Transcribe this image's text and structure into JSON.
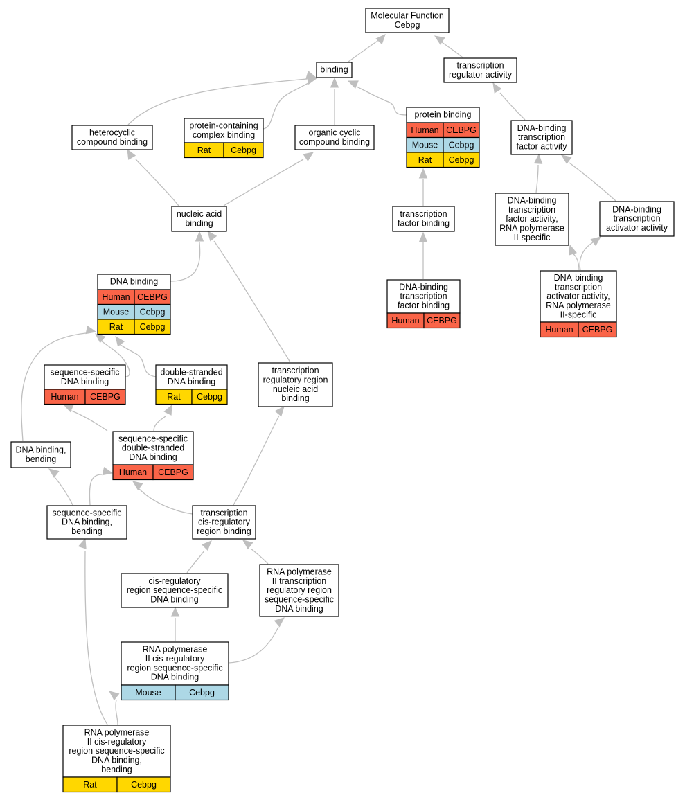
{
  "colors": {
    "Human": "#fa6448",
    "Mouse": "#add8e6",
    "Rat": "#ffd700",
    "edge": "#bfbfbf",
    "node_border": "#000000",
    "node_fill": "#ffffff"
  },
  "nodes": {
    "mf": {
      "label": [
        "Molecular Function",
        "Cebpg"
      ],
      "species": []
    },
    "binding": {
      "label": [
        "binding"
      ],
      "species": []
    },
    "tra": {
      "label": [
        "transcription",
        "regulator activity"
      ],
      "species": []
    },
    "het": {
      "label": [
        "heterocyclic",
        "compound binding"
      ],
      "species": []
    },
    "pcc": {
      "label": [
        "protein-containing",
        "complex binding"
      ],
      "species": [
        {
          "species": "Rat",
          "gene": "Cebpg"
        }
      ]
    },
    "ocb": {
      "label": [
        "organic cyclic",
        "compound binding"
      ],
      "species": []
    },
    "pb": {
      "label": [
        "protein binding"
      ],
      "species": [
        {
          "species": "Human",
          "gene": "CEBPG"
        },
        {
          "species": "Mouse",
          "gene": "Cebpg"
        },
        {
          "species": "Rat",
          "gene": "Cebpg"
        }
      ]
    },
    "dbtfa": {
      "label": [
        "DNA-binding",
        "transcription",
        "factor activity"
      ],
      "species": []
    },
    "nab": {
      "label": [
        "nucleic acid",
        "binding"
      ],
      "species": []
    },
    "tfb": {
      "label": [
        "transcription",
        "factor binding"
      ],
      "species": []
    },
    "dbtfa2": {
      "label": [
        "DNA-binding",
        "transcription",
        "factor activity,",
        "RNA polymerase",
        "II-specific"
      ],
      "species": []
    },
    "dbtaa": {
      "label": [
        "DNA-binding",
        "transcription",
        "activator activity"
      ],
      "species": []
    },
    "dnab": {
      "label": [
        "DNA binding"
      ],
      "species": [
        {
          "species": "Human",
          "gene": "CEBPG"
        },
        {
          "species": "Mouse",
          "gene": "Cebpg"
        },
        {
          "species": "Rat",
          "gene": "Cebpg"
        }
      ]
    },
    "dbtfb": {
      "label": [
        "DNA-binding",
        "transcription",
        "factor binding"
      ],
      "species": [
        {
          "species": "Human",
          "gene": "CEBPG"
        }
      ]
    },
    "dbtaa2": {
      "label": [
        "DNA-binding",
        "transcription",
        "activator activity,",
        "RNA polymerase",
        "II-specific"
      ],
      "species": [
        {
          "species": "Human",
          "gene": "CEBPG"
        }
      ]
    },
    "ssdb": {
      "label": [
        "sequence-specific",
        "DNA binding"
      ],
      "species": [
        {
          "species": "Human",
          "gene": "CEBPG"
        }
      ]
    },
    "dsdb": {
      "label": [
        "double-stranded",
        "DNA binding"
      ],
      "species": [
        {
          "species": "Rat",
          "gene": "Cebpg"
        }
      ]
    },
    "trrnab": {
      "label": [
        "transcription",
        "regulatory region",
        "nucleic acid",
        "binding"
      ],
      "species": []
    },
    "ssdsdb": {
      "label": [
        "sequence-specific",
        "double-stranded",
        "DNA binding"
      ],
      "species": [
        {
          "species": "Human",
          "gene": "CEBPG"
        }
      ]
    },
    "dbb": {
      "label": [
        "DNA binding,",
        "bending"
      ],
      "species": []
    },
    "ssdbb": {
      "label": [
        "sequence-specific",
        "DNA binding,",
        "bending"
      ],
      "species": []
    },
    "tcrrb": {
      "label": [
        "transcription",
        "cis-regulatory",
        "region binding"
      ],
      "species": []
    },
    "crrssdb": {
      "label": [
        "cis-regulatory",
        "region sequence-specific",
        "DNA binding"
      ],
      "species": []
    },
    "rp2trr": {
      "label": [
        "RNA polymerase",
        "II transcription",
        "regulatory region",
        "sequence-specific",
        "DNA binding"
      ],
      "species": []
    },
    "rp2crr": {
      "label": [
        "RNA polymerase",
        "II cis-regulatory",
        "region sequence-specific",
        "DNA binding"
      ],
      "species": [
        {
          "species": "Mouse",
          "gene": "Cebpg"
        }
      ]
    },
    "rp2crrb": {
      "label": [
        "RNA polymerase",
        "II cis-regulatory",
        "region sequence-specific",
        "DNA binding,",
        "bending"
      ],
      "species": [
        {
          "species": "Rat",
          "gene": "Cebpg"
        }
      ]
    }
  },
  "edges": [
    [
      "binding",
      "mf"
    ],
    [
      "tra",
      "mf"
    ],
    [
      "het",
      "binding"
    ],
    [
      "pcc",
      "binding"
    ],
    [
      "ocb",
      "binding"
    ],
    [
      "pb",
      "binding"
    ],
    [
      "dbtfa",
      "tra"
    ],
    [
      "nab",
      "het"
    ],
    [
      "nab",
      "ocb"
    ],
    [
      "tfb",
      "pb"
    ],
    [
      "dbtfb",
      "tfb"
    ],
    [
      "dbtfa2",
      "dbtfa"
    ],
    [
      "dbtaa",
      "dbtfa"
    ],
    [
      "dbtaa2",
      "dbtfa2"
    ],
    [
      "dbtaa2",
      "dbtaa"
    ],
    [
      "dnab",
      "nab"
    ],
    [
      "trrnab",
      "nab"
    ],
    [
      "ssdb",
      "dnab"
    ],
    [
      "dsdb",
      "dnab"
    ],
    [
      "dbb",
      "dnab"
    ],
    [
      "ssdsdb",
      "ssdb"
    ],
    [
      "ssdsdb",
      "dsdb"
    ],
    [
      "tcrrb",
      "trrnab"
    ],
    [
      "tcrrb",
      "ssdsdb"
    ],
    [
      "ssdbb",
      "dbb"
    ],
    [
      "ssdbb",
      "ssdsdb"
    ],
    [
      "crrssdb",
      "tcrrb"
    ],
    [
      "rp2trr",
      "tcrrb"
    ],
    [
      "rp2crr",
      "crrssdb"
    ],
    [
      "rp2crr",
      "rp2trr"
    ],
    [
      "rp2crrb",
      "rp2crr"
    ],
    [
      "rp2crrb",
      "ssdbb"
    ]
  ]
}
